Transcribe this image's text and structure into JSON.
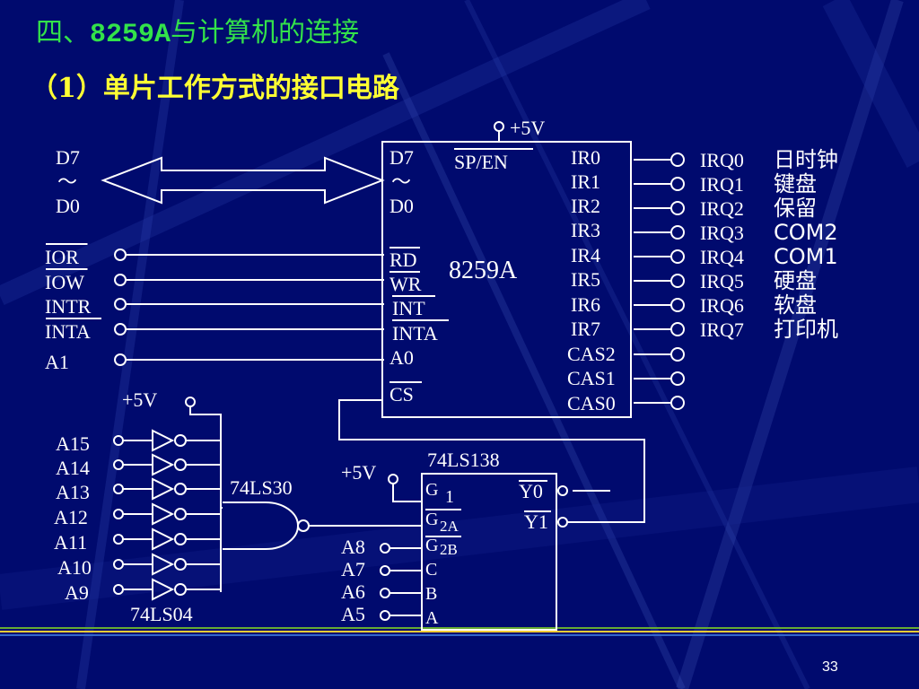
{
  "title": {
    "prefix": "四、",
    "chip": "8259A",
    "suffix": "与计算机的连接"
  },
  "subtitle": "（1）单片工作方式的接口电路",
  "bus": {
    "top": "D7",
    "tilde": "～",
    "bottom": "D0"
  },
  "cpu_signals": [
    {
      "label": "IOR",
      "overline": true
    },
    {
      "label": "IOW",
      "overline": true
    },
    {
      "label": "INTR",
      "overline": false
    },
    {
      "label": "INTA",
      "overline": true
    },
    {
      "label": "A1",
      "overline": false
    }
  ],
  "chip8259": {
    "name": "8259A",
    "vcc": "+5V",
    "left_pins": [
      "D7",
      "～",
      "D0",
      "RD",
      "WR",
      "INT",
      "INTA",
      "A0",
      "CS"
    ],
    "sp_en": "SP/EN",
    "right_pins": [
      "IR0",
      "IR1",
      "IR2",
      "IR3",
      "IR4",
      "IR5",
      "IR6",
      "IR7",
      "CAS2",
      "CAS1",
      "CAS0"
    ]
  },
  "irq_lines": [
    {
      "irq": "IRQ0",
      "device": "日时钟"
    },
    {
      "irq": "IRQ1",
      "device": "键盘"
    },
    {
      "irq": "IRQ2",
      "device": "保留"
    },
    {
      "irq": "IRQ3",
      "device": "COM2"
    },
    {
      "irq": "IRQ4",
      "device": "COM1"
    },
    {
      "irq": "IRQ5",
      "device": "硬盘"
    },
    {
      "irq": "IRQ6",
      "device": "软盘"
    },
    {
      "irq": "IRQ7",
      "device": "打印机"
    }
  ],
  "decoder": {
    "vcc_left": "+5V",
    "vcc_mid": "+5V",
    "address_lines": [
      "A15",
      "A14",
      "A13",
      "A12",
      "A11",
      "A10",
      "A9"
    ],
    "inverter_label": "74LS04",
    "nand_label": "74LS30",
    "decoder_label": "74LS138",
    "decoder_inputs_left": [
      "A8",
      "A7",
      "A6",
      "A5"
    ],
    "decoder_pins": [
      "G1",
      "G2A",
      "G2B",
      "C",
      "B",
      "A"
    ],
    "decoder_outputs": [
      "Y0",
      "Y1"
    ]
  },
  "page_number": "33",
  "colors": {
    "background": "#000a6e",
    "title": "#33e24a",
    "subtitle": "#ffff33",
    "lines": "#ffffff"
  }
}
